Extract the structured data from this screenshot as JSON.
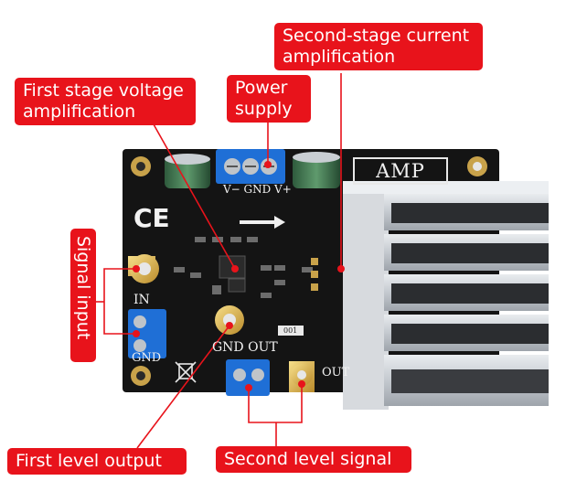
{
  "callouts": {
    "second_stage": {
      "line1": "Second-stage current",
      "line2": "amplification"
    },
    "first_stage": {
      "line1": "First stage voltage",
      "line2": "amplification"
    },
    "power_supply": {
      "line1": "Power",
      "line2": "supply"
    },
    "signal_input": "Signal input",
    "first_level_output": "First level output",
    "second_level_signal": "Second level signal"
  },
  "board_silkscreen": {
    "amp": "AMP",
    "power_pins": "V− GND V+",
    "in": "IN",
    "gnd": "GND",
    "gnd_out": "GND OUT",
    "out": "OUT",
    "ce": "CE",
    "resistor_code": "001"
  },
  "colors": {
    "callout_red": "#e8131b",
    "pcb_black": "#141414",
    "terminal_blue": "#1f6fd6",
    "heatsink_silver": "#c9cdd2"
  }
}
